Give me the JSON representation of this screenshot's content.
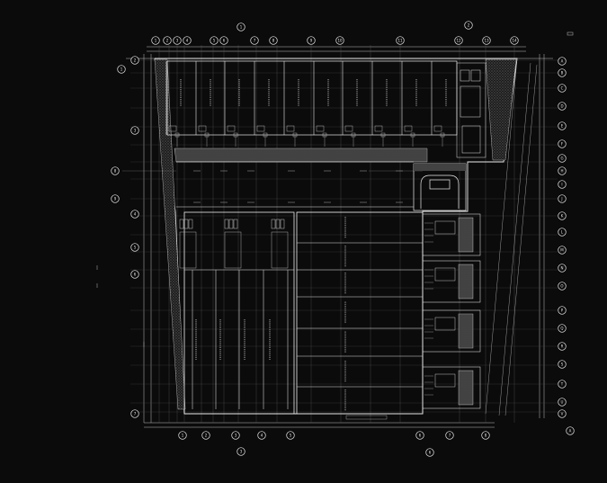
{
  "drawing": {
    "background": "#0b0b0b",
    "line_color": "#e8e8e8",
    "dim_color": "#bdbdbd",
    "hatch_color": "#9a9a9a",
    "grid_bubbles_top": [
      "1",
      "2",
      "3",
      "4",
      "5",
      "6",
      "7",
      "8",
      "9",
      "10",
      "11",
      "12",
      "13",
      "14",
      "15",
      "16"
    ],
    "grid_bubbles_right": [
      "A",
      "B",
      "C",
      "D",
      "E",
      "F",
      "G",
      "H",
      "I",
      "J",
      "K",
      "L",
      "M",
      "N",
      "O",
      "P",
      "Q",
      "R",
      "S",
      "T",
      "U",
      "V",
      "W"
    ],
    "grid_bubbles_left": [
      "1",
      "2",
      "3",
      "4",
      "5",
      "6",
      "7",
      "8",
      "9"
    ],
    "grid_bubbles_bottom": [
      "1",
      "2",
      "3",
      "4",
      "5",
      "6",
      "7",
      "8"
    ]
  }
}
